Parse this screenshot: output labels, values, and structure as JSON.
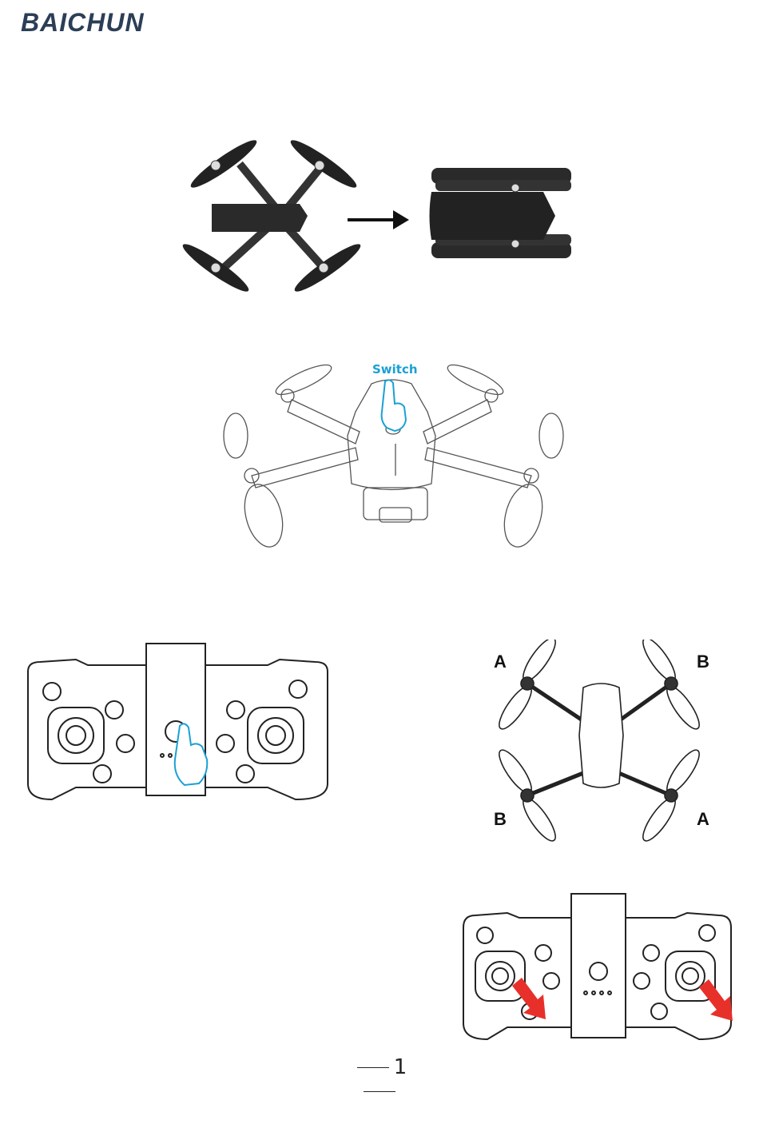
{
  "brand": {
    "logo_text": "BAICHUN"
  },
  "switch_diagram": {
    "label": "Switch"
  },
  "propeller_diagram": {
    "front_left": "A",
    "front_right": "B",
    "rear_left": "B",
    "rear_right": "A"
  },
  "footer": {
    "page_number": "1"
  },
  "colors": {
    "brand": "#2c3e57",
    "switch_label": "#1aa0d4",
    "hand_outline": "#1aa0d4",
    "arrow": "#e8302a"
  }
}
